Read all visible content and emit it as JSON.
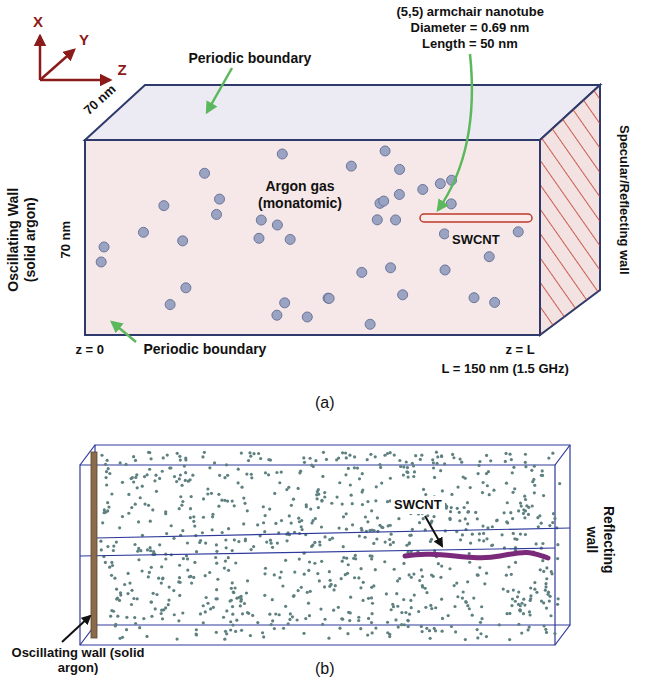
{
  "diagram": {
    "labels": [
      "X",
      "Y",
      "Z",
      "70 nm",
      "Periodic boundary",
      "(5,5) armchair nanotube",
      "Diameter = 0.69 nm",
      "Length = 50 nm",
      "Oscillating Wall (solid argon)",
      "70 nm",
      "Argon gas (monatomic)",
      "SWCNT",
      "Specular/Reflecting wall",
      "Periodic boundary",
      "z = 0",
      "z = L",
      "L = 150 nm (1.5 GHz)",
      "(a)",
      "SWCNT",
      "Reflecting wall",
      "Oscillating wall (solid argon)",
      "(b)"
    ]
  }
}
